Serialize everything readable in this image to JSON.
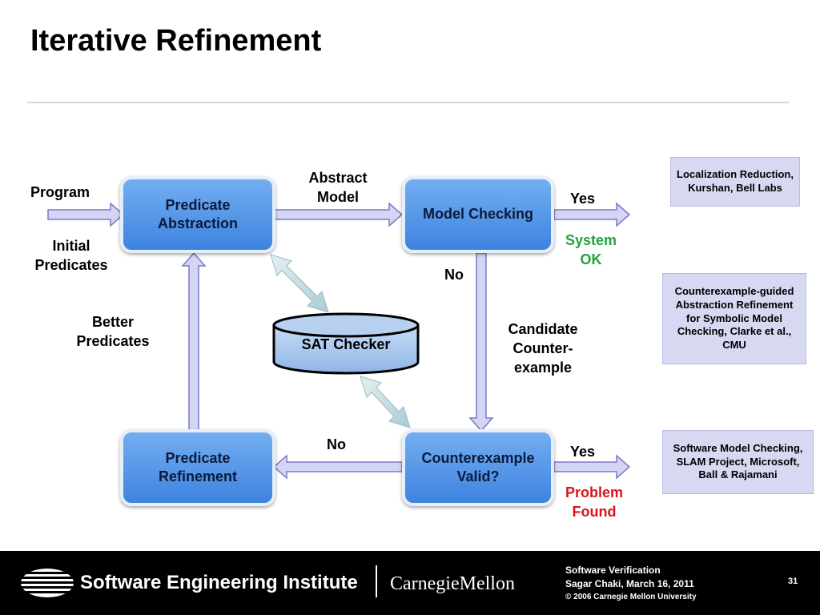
{
  "slide": {
    "title": "Iterative Refinement"
  },
  "diagram": {
    "boxes": {
      "predicate_abstraction": "Predicate\nAbstraction",
      "model_checking": "Model Checking",
      "predicate_refinement": "Predicate\nRefinement",
      "counterexample_valid": "Counterexample\nValid?",
      "sat_checker": "SAT Checker"
    },
    "labels": {
      "program": "Program",
      "initial_predicates": "Initial\nPredicates",
      "abstract_model": "Abstract\nModel",
      "yes_top": "Yes",
      "system_ok": "System\nOK",
      "no_right": "No",
      "candidate_counterexample": "Candidate\nCounter-\nexample",
      "better_predicates": "Better\nPredicates",
      "no_bottom": "No",
      "yes_bottom": "Yes",
      "problem_found": "Problem\nFound"
    },
    "colors": {
      "box": "#4a90e2",
      "arrow_fill": "#d4d4f4",
      "arrow_stroke": "#7a7ac4",
      "sat_fill": "#a8c8ee",
      "ok": "#22a33a",
      "problem": "#d8141c",
      "note_bg": "#d7d8f1"
    }
  },
  "notes": {
    "localization": "Localization Reduction, Kurshan, Bell Labs",
    "cegar": "Counterexample-guided Abstraction Refinement for Symbolic Model Checking, Clarke et al., CMU",
    "slam": "Software Model Checking, SLAM Project, Microsoft, Ball & Rajamani"
  },
  "footer": {
    "sei": "Software Engineering Institute",
    "cmu": "CarnegieMellon",
    "course": "Software Verification",
    "author_date": "Sagar Chaki, March 16, 2011",
    "copyright": "© 2006 Carnegie Mellon University",
    "page": "31"
  }
}
